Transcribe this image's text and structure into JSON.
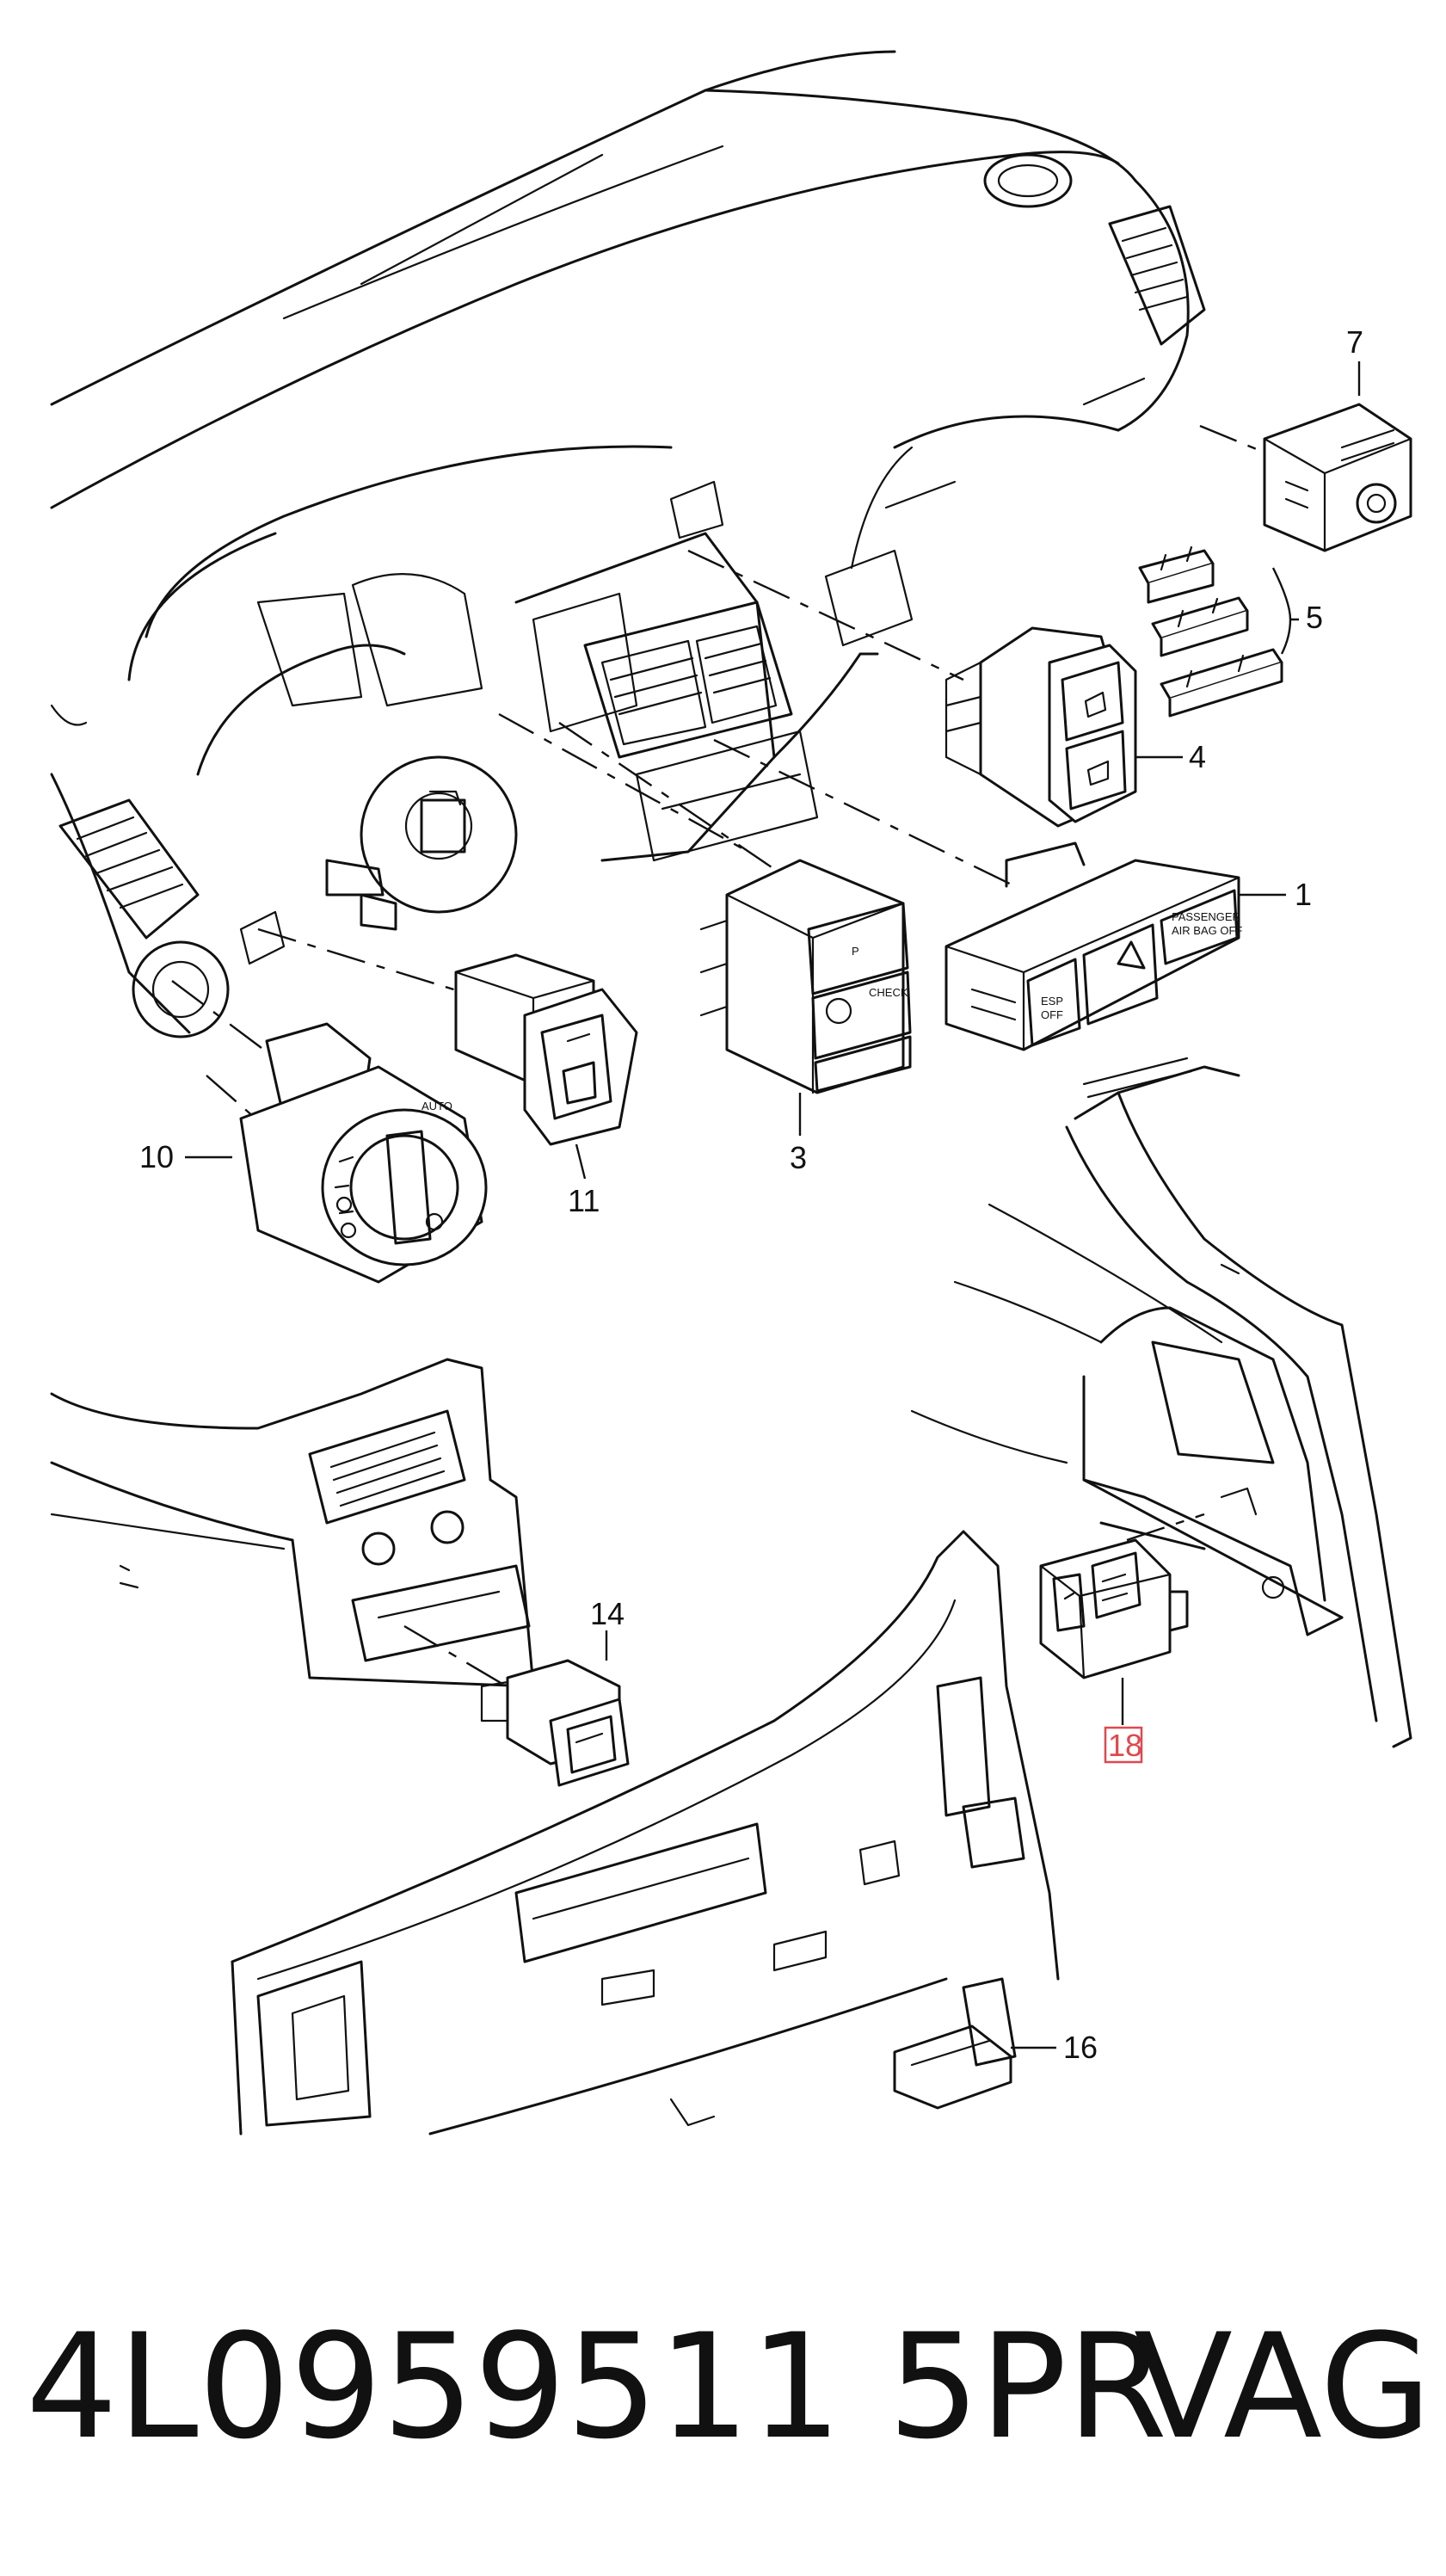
{
  "callouts": {
    "c1": "1",
    "c3": "3",
    "c4": "4",
    "c5": "5",
    "c7": "7",
    "c10": "10",
    "c11": "11",
    "c14": "14",
    "c16": "16",
    "c18": "18"
  },
  "highlighted_callout": "18",
  "highlight_color": "#e0484e",
  "switch_text": {
    "passenger_airbag": "PASSENGER",
    "airbag_off": "AIR BAG OFF",
    "esp": "ESP",
    "esp_off": "OFF",
    "check": "CHECK",
    "auto": "AUTO",
    "p": "P"
  },
  "caption": {
    "part_number": "4L0959511 5PR",
    "brand": "VAG"
  }
}
